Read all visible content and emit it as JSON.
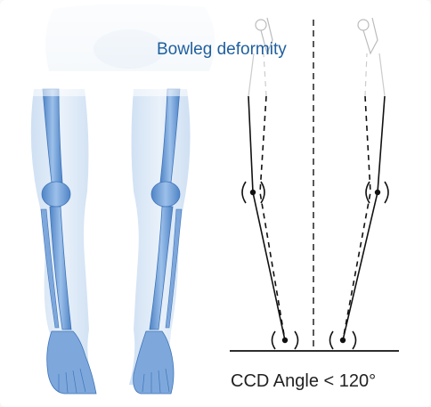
{
  "title": "Bowleg deformity",
  "caption": "CCD Angle < 120°",
  "colors": {
    "title": "#1f5f9e",
    "bone_fill": "#6f9ed6",
    "bone_stroke": "#3f74b8",
    "skin_fade": "#dde9f6",
    "diagram_line": "#111111"
  },
  "icons": {
    "anatomy": "legs-skeleton-illustration",
    "joint": "parenthesis-joint-marker"
  }
}
